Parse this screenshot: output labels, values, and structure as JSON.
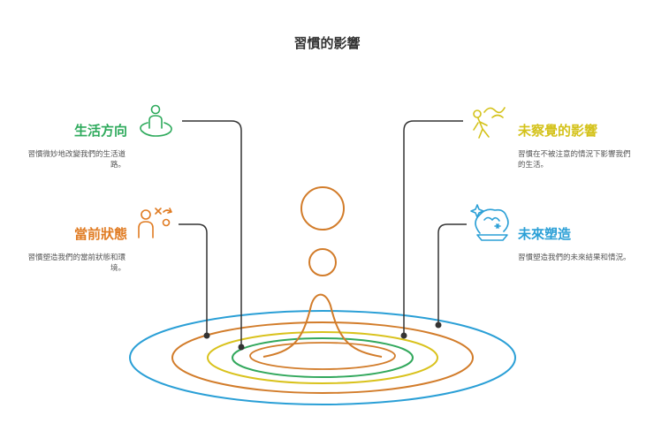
{
  "title": "習慣的影響",
  "items": [
    {
      "heading": "生活方向",
      "description": "習慣微妙地改變我們的生活道路。",
      "color": "#2eaa5c",
      "icon": "person-circle-icon"
    },
    {
      "heading": "當前狀態",
      "description": "習慣塑造我們的當前狀態和環境。",
      "color": "#e07b22",
      "icon": "person-tactics-icon"
    },
    {
      "heading": "未察覺的影響",
      "description": "習慣在不被注意的情況下影響我們的生活。",
      "color": "#d4c21a",
      "icon": "person-walking-icon"
    },
    {
      "heading": "未來塑造",
      "description": "習慣塑造我們的未來結果和情況。",
      "color": "#2a9fd6",
      "icon": "crystal-ball-icon"
    }
  ],
  "colors": {
    "ripple_outer": "#2a9fd6",
    "ripple_orange": "#d27c2a",
    "ripple_yellow": "#d9c21c",
    "ripple_green": "#32a85c",
    "drop": "#d27c2a",
    "connector": "#333333"
  }
}
